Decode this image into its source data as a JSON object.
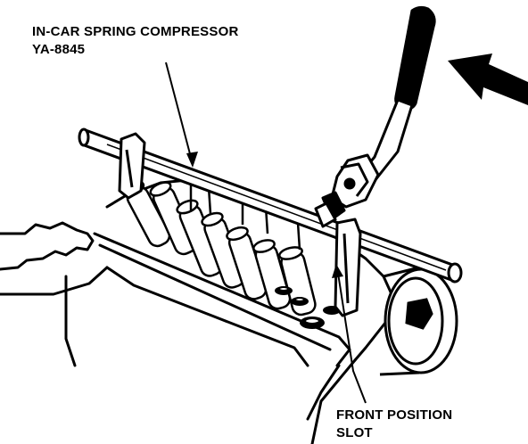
{
  "labels": {
    "tool_name_line1": "IN-CAR SPRING COMPRESSOR",
    "tool_name_line2": "YA-8845",
    "slot_line1": "FRONT POSITION",
    "slot_line2": "SLOT"
  },
  "colors": {
    "ink": "#000000",
    "paper": "#ffffff"
  }
}
